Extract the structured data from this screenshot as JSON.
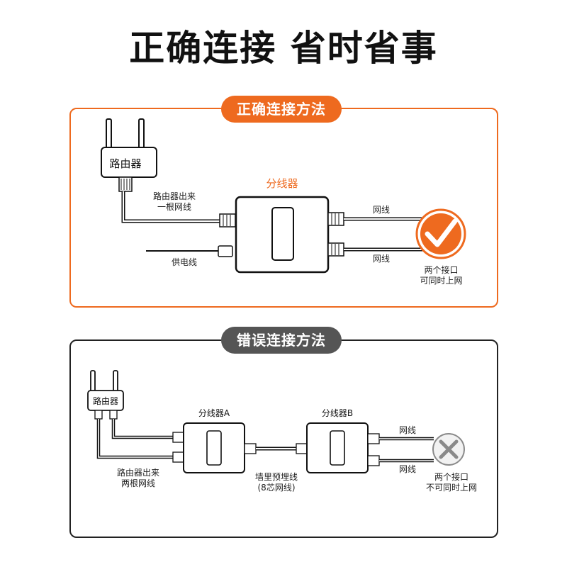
{
  "title": "正确连接 省时省事",
  "correct": {
    "heading": "正确连接方法",
    "router_label": "路由器",
    "splitter_label": "分线器",
    "router_cable_line1": "路由器出来",
    "router_cable_line2": "一根网线",
    "power_label": "供电线",
    "cable1_label": "网线",
    "cable2_label": "网线",
    "result_line1": "两个接口",
    "result_line2": "可同时上网"
  },
  "wrong": {
    "heading": "错误连接方法",
    "router_label": "路由器",
    "splitter_a_label": "分线器A",
    "splitter_b_label": "分线器B",
    "router_cable_line1": "路由器出来",
    "router_cable_line2": "两根网线",
    "wall_cable_line1": "墙里预埋线",
    "wall_cable_line2": "(8芯网线)",
    "cable1_label": "网线",
    "cable2_label": "网线",
    "result_line1": "两个接口",
    "result_line2": "不可同时上网"
  },
  "colors": {
    "accent": "#ee6a1f",
    "dark": "#555555",
    "cross_bg": "#f2f2f2",
    "cross_mark": "#8a8a8a"
  },
  "icons": {
    "correct_result": "check-icon",
    "wrong_result": "cross-icon"
  }
}
